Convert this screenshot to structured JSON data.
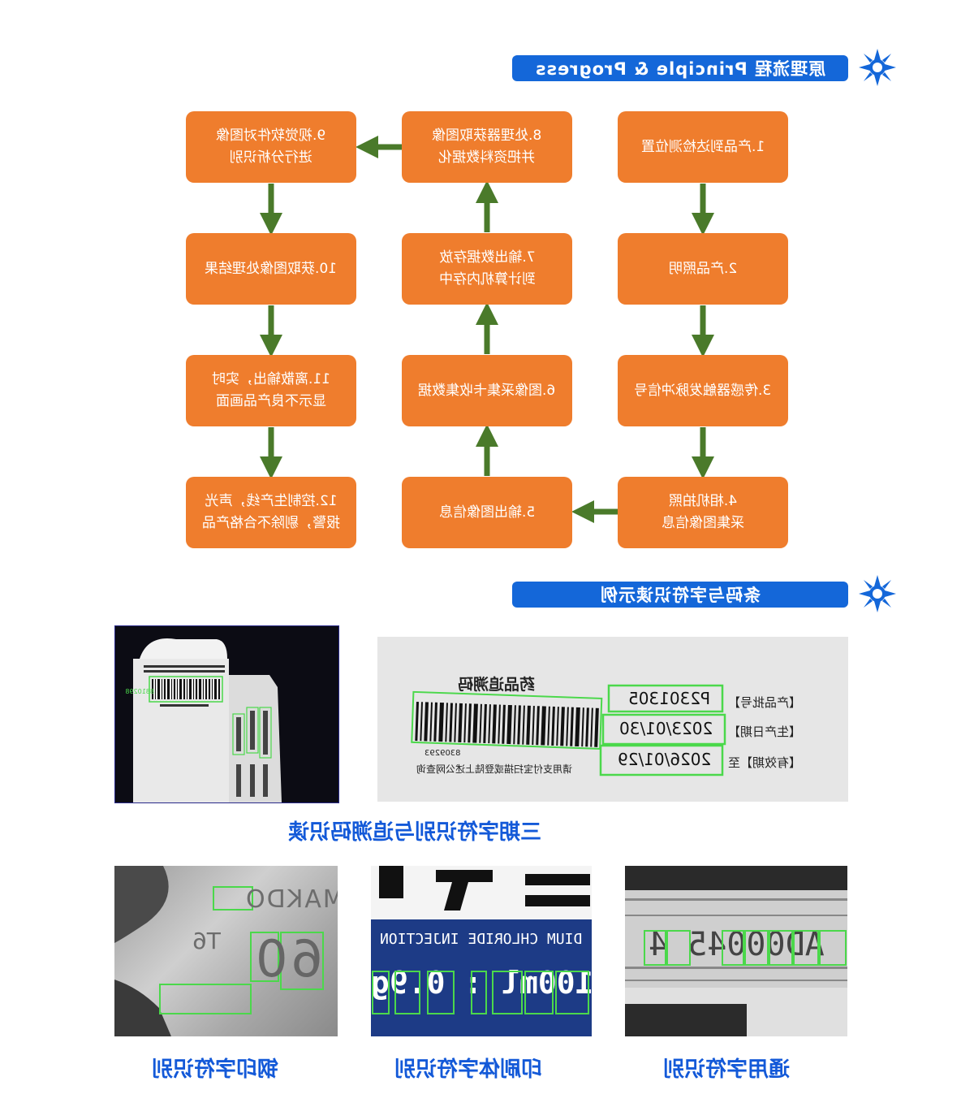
{
  "section1": {
    "title": "原理流程 Principle & Progress"
  },
  "section2": {
    "title": "条码与字符识读示例"
  },
  "flow": {
    "steps": [
      "1.产品到达检测位置",
      "2.产品照明",
      "3.传感器触发脉冲信号",
      "4.相机拍照\n采集图像信息",
      "5.输出图像信息",
      "6.图像采集卡收集数据",
      "7.输出数据存放\n到计算机内存中",
      "8.处理器获取图像\n并把资料数据化",
      "9.视觉软件对图像\n进行分析识别",
      "10.获取图像处理结果",
      "11.离散输出，实时\n显示不良产品画面",
      "12.控制生产线，声光\n报警，剔除不合格产品"
    ]
  },
  "samples": {
    "label_fields": [
      "【产品批号】",
      "【生产日期】",
      "【有效期】至"
    ],
    "label_values": [
      "P2301305",
      "2023/01/30",
      "2026/01/29"
    ],
    "trace_title": "药品追溯码",
    "trace_footer": "请用支付宝扫描或登陆上述公网查询",
    "trace_number": "8309293",
    "box_barcode_num": "8810298",
    "steel_text_1": "MAKDO",
    "steel_text_2": "T6",
    "steel_text_3": "60",
    "print_text_top": "DIUM CHLORIDE INJECTION",
    "print_text_bottom": "100ml : 0.9g",
    "general_text": "AD00045 4"
  },
  "captions": {
    "date_trace": "三期字符识别与追溯码识读",
    "steel": "钢印字符识别",
    "print": "印刷体字符识别",
    "general": "通用字符识别"
  },
  "colors": {
    "box": "#ef7d2d",
    "arrow": "#4a7a2a",
    "bar": "#1467d9",
    "caption": "#1359d8",
    "detect": "#4bd84b"
  }
}
